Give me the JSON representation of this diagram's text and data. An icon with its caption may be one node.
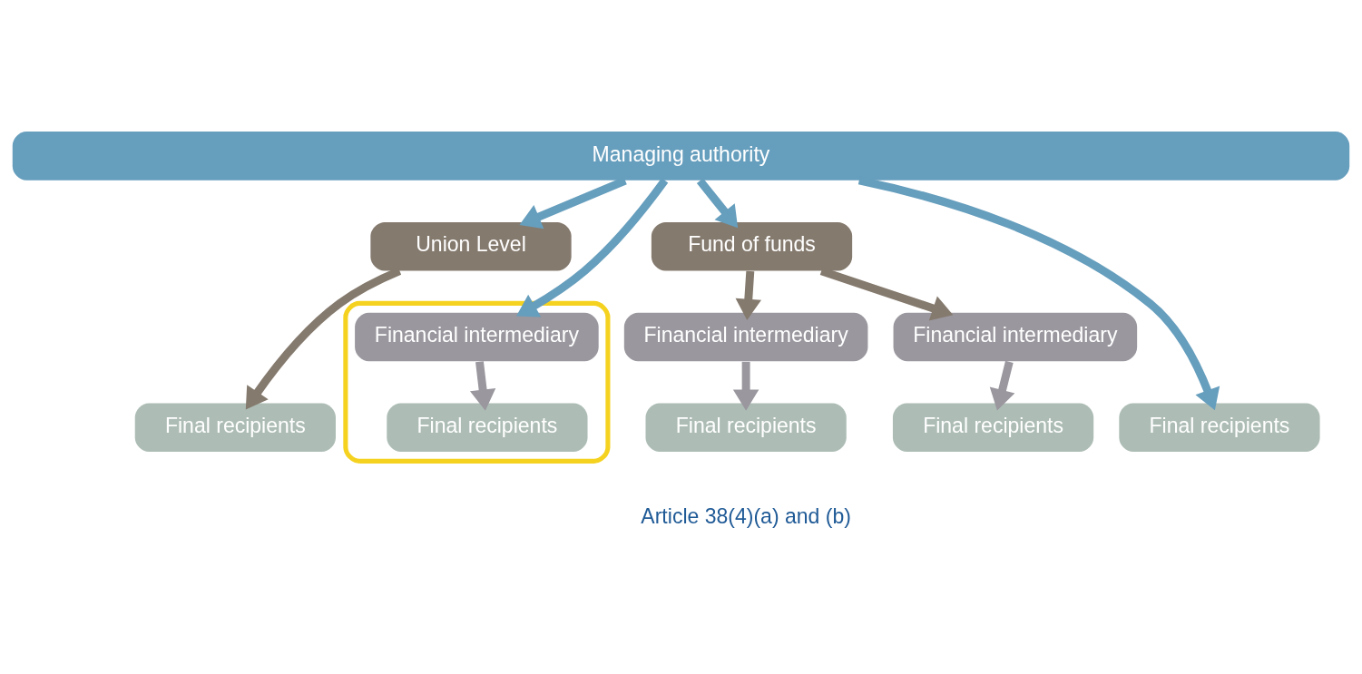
{
  "diagram": {
    "nodes": [
      {
        "text": [
          "Managing authority"
        ]
      },
      {
        "text": [
          "Union Level"
        ]
      },
      {
        "text": [
          "Financial intermediary"
        ],
        "in": 11
      },
      {
        "text": [
          "Fund of funds"
        ]
      },
      {
        "text": [
          "Financial intermediary"
        ]
      },
      {
        "text": [
          "Financial intermediary"
        ]
      },
      {
        "text": [
          "Final recipients"
        ]
      },
      {
        "text": [
          "Final recipients"
        ],
        "in": 11
      },
      {
        "text": [
          "Final recipients"
        ]
      },
      {
        "text": [
          "Final recipients"
        ]
      },
      {
        "text": [
          "Final recipients"
        ]
      },
      {
        "text": [],
        "shape": "box"
      }
    ],
    "edges": [
      {
        "from": 0,
        "to": 1,
        "arrow": "to"
      },
      {
        "from": 0,
        "to": 2,
        "arrow": "to"
      },
      {
        "from": 0,
        "to": 3,
        "arrow": "to"
      },
      {
        "from": 0,
        "to": 10,
        "arrow": "to"
      },
      {
        "from": 3,
        "to": 4,
        "arrow": "to",
        "color": "#857a6e"
      },
      {
        "from": 3,
        "to": 5,
        "arrow": "to",
        "color": "#857a6e"
      },
      {
        "from": 1,
        "to": 6,
        "arrow": "to",
        "color": "#857a6e"
      },
      {
        "from": 2,
        "to": 7,
        "arrow": "to",
        "color": "#9a979e"
      },
      {
        "from": 4,
        "to": 8,
        "arrow": "to",
        "color": "#9a979e"
      },
      {
        "from": 5,
        "to": 9,
        "arrow": "to",
        "color": "#9a979e"
      }
    ],
    "labels": [
      "Article 38(4)(a) and (b)"
    ]
  }
}
